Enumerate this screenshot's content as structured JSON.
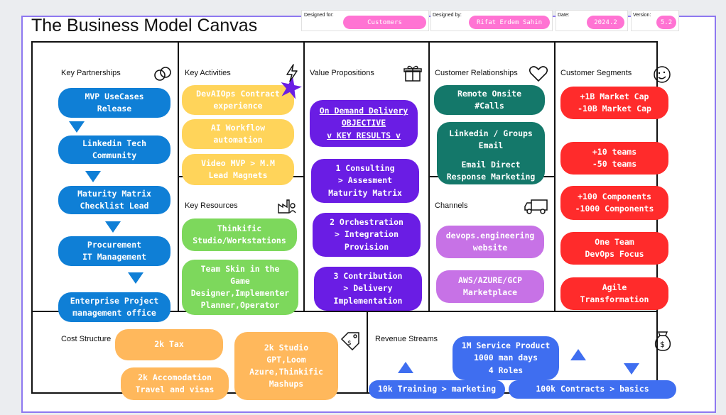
{
  "title": "The Business Model Canvas",
  "meta": {
    "designed_for_label": "Designed for:",
    "designed_for_value": "Customers",
    "designed_by_label": "Designed by:",
    "designed_by_value": "Rifat Erdem Sahin",
    "date_label": "Date:",
    "date_value": "2024.2",
    "version_label": "Version:",
    "version_value": "5.2"
  },
  "sections": {
    "key_partnerships": "Key Partnerships",
    "key_activities": "Key Activities",
    "key_resources": "Key Resources",
    "value_propositions": "Value Propositions",
    "customer_relationships": "Customer Relationships",
    "channels": "Channels",
    "customer_segments": "Customer Segments",
    "cost_structure": "Cost Structure",
    "revenue_streams": "Revenue Streams"
  },
  "partnerships": [
    "MVP UseCases\nRelease",
    "Linkedin Tech\nCommunity",
    "Maturity Matrix\nChecklist Lead",
    "Procurement\nIT Management",
    "Enterprise Project\nmanagement office"
  ],
  "activities": [
    "DevAIOps Contract\nexperience",
    "AI Workflow\nautomation",
    "Video MVP > M.M\nLead Magnets"
  ],
  "resources": [
    "Thinkific\nStudio/Workstations",
    "Team Skin in the\nGame\nDesigner,Implementer\nPlanner,Operator"
  ],
  "value": [
    "On Demand Delivery\nOBJECTIVE\nv KEY RESULTS v",
    "1 Consulting\n> Assesment\nMaturity Matrix",
    "2 Orchestration\n> Integration\nProvision",
    "3 Contribution\n> Delivery\nImplementation"
  ],
  "relationships": [
    "Remote Onsite\n#Calls",
    "Linkedin / Groups\nEmail",
    "Email Direct\nResponse Marketing"
  ],
  "channels": [
    "devops.engineering\nwebsite",
    "AWS/AZURE/GCP\nMarketplace"
  ],
  "segments": [
    "+1B  Market Cap\n-10B Market Cap",
    "+10 teams\n-50 teams",
    "+100 Components\n-1000 Components",
    "One Team\nDevOps Focus",
    "Agile\nTransformation"
  ],
  "costs": [
    "2k Tax",
    "2k Accomodation\nTravel and visas",
    "2k Studio\nGPT,Loom\nAzure,Thinkific\nMashups"
  ],
  "revenue": [
    "1M Service Product\n1000 man days\n4 Roles",
    "10k Training > marketing",
    "100k Contracts > basics"
  ],
  "colors": {
    "blue": "#0f7fd6",
    "yellow": "#ffd45a",
    "green": "#7dd85c",
    "purple": "#6a1de4",
    "teal": "#14786a",
    "violet": "#c772e6",
    "red": "#ff2b2b",
    "orange": "#ffb85c",
    "blue2": "#3f6ef0",
    "pink": "#ff73d3",
    "frame": "#8e78f0"
  }
}
